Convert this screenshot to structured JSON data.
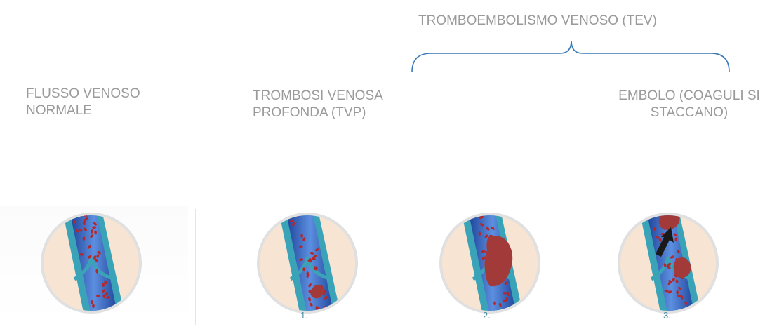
{
  "labels": {
    "normal_flow": [
      "FLUSSO VENOSO",
      "NORMALE"
    ],
    "dvt": [
      "TROMBOSI VENOSA",
      "PROFONDA (TVP)"
    ],
    "embolus": [
      "EMBOLO (COAGULI SI",
      "STACCANO)"
    ],
    "vte_group": "TROMBOEMBOLISMO VENOSO (TEV)"
  },
  "steps": [
    "1.",
    "2.",
    "3."
  ],
  "colors": {
    "label_gray": "#9a9a9a",
    "bracket_blue": "#3a79b7",
    "vein_wall": "#3aa3b8",
    "vein_interior": "#1d4fa8",
    "blood_cell": "#b3282d",
    "clot": "#a33a3a",
    "background_disc": "#f8e4d2",
    "ring": "#e0e0e0",
    "step_number": "#4b8aa6"
  },
  "icons": [
    "vein-normal-illustration",
    "vein-dvt-small-clot-illustration",
    "vein-dvt-large-clot-illustration",
    "vein-embolus-arrow-illustration"
  ]
}
